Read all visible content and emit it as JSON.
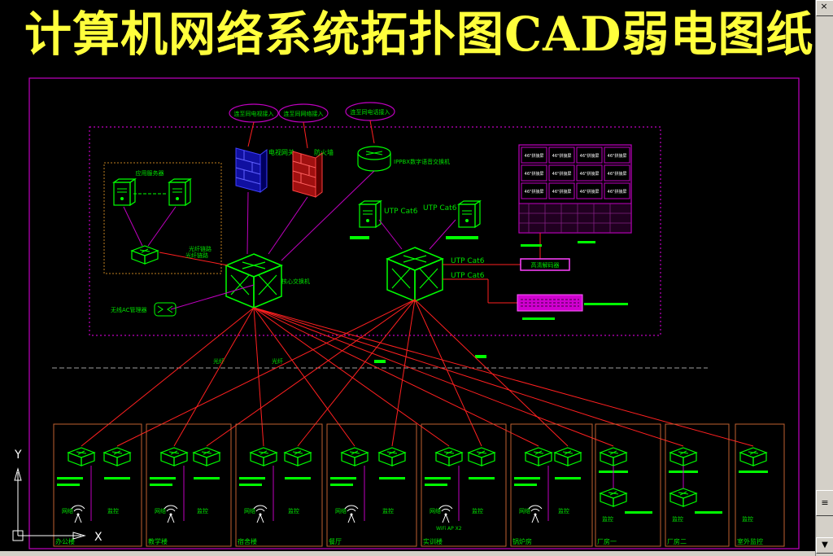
{
  "title": "计算机网络系统拓扑图CAD弱电图纸",
  "ui": {
    "close_glyph": "×",
    "scroll_up": "▲",
    "scroll_down": "▼",
    "scroll_thumb": "≡"
  },
  "external": {
    "tv": "连至同电视接入",
    "internet": "连至同网络接入",
    "telecom": "连至同电话接入"
  },
  "devices": {
    "tv_gateway": "电视网关",
    "firewall": "防火墙",
    "ippbx": "IPPBX数字语音交换机",
    "app_server": "应用服务器",
    "fiber_link1": "光纤链路",
    "fiber_link2": "光纤链路",
    "core_switch": "核心交换机",
    "ac_controller": "无线AC管理器",
    "hd_decoder": "高清解码器"
  },
  "cables": {
    "utp1": "UTP Cat6",
    "utp2": "UTP Cat6",
    "utp3": "UTP Cat6",
    "utp4": "UTP Cat6",
    "fiber1": "光纤",
    "fiber2": "光纤"
  },
  "video_wall": {
    "cell": "46\"拼接屏",
    "rows": 3,
    "cols": 4
  },
  "zones": [
    {
      "label": "办公楼",
      "net": "网络",
      "mon": "监控"
    },
    {
      "label": "教学楼",
      "net": "网络",
      "mon": "监控"
    },
    {
      "label": "宿舍楼",
      "net": "网络",
      "mon": "监控"
    },
    {
      "label": "餐厅",
      "net": "网络",
      "mon": "监控"
    },
    {
      "label": "实训楼",
      "net": "网络",
      "mon": "监控",
      "ap": "WiFi AP X2"
    },
    {
      "label": "锅炉房",
      "net": "网络",
      "mon": "监控"
    },
    {
      "label": "厂房一",
      "mon": "监控"
    },
    {
      "label": "厂房二",
      "mon": "监控"
    },
    {
      "label": "室外监控",
      "mon": "监控"
    }
  ],
  "ucs": {
    "x": "X",
    "y": "Y"
  },
  "colors": {
    "title": "#ffff3c",
    "border_magenta": "#c000c0",
    "fiber_red": "#ff2020",
    "device_green": "#00ff00",
    "label_green": "#00e000",
    "zone_orange": "#c06030",
    "firewall_red": "#d02020",
    "tv_blue": "#2020c0"
  },
  "icons": [
    "switch-icon",
    "server-icon",
    "router-icon",
    "firewall-icon",
    "wifi-ap-icon",
    "monitor-icon"
  ]
}
